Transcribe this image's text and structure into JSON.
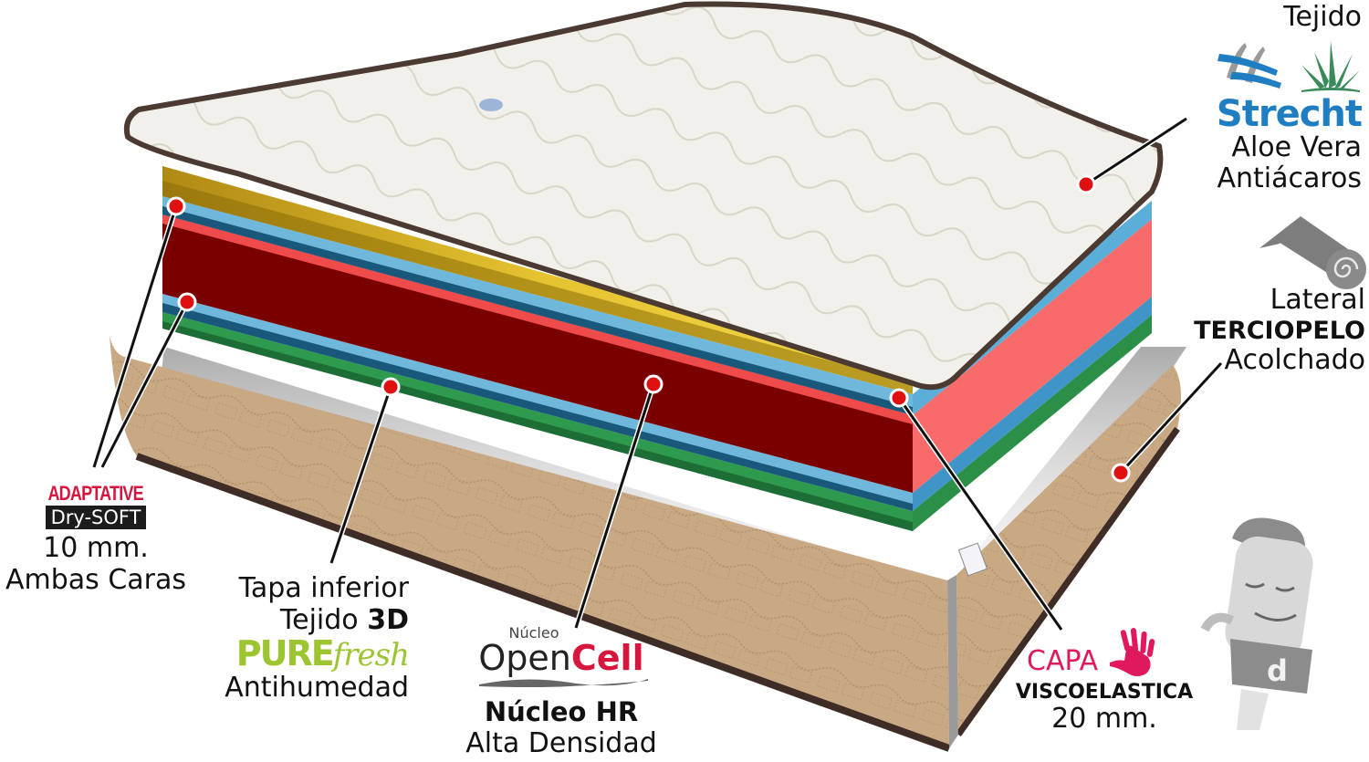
{
  "figure": {
    "subject": "Mattress layer cross-section infographic",
    "colors": {
      "background": "#ffffff",
      "top_cover": "#f1efe9",
      "cover_piping": "#4a3a32",
      "visco_layer": "#e5c230",
      "dry_soft_layer": "#6fb8dc",
      "dry_soft_layer_dark": "#19587a",
      "core_front": "#7a0000",
      "core_side": "#f96a6a",
      "core_top_stripe": "#ef4b4b",
      "bottom_3d_layer": "#2e9a4e",
      "lateral_fabric": "#c9a884",
      "callout_dot": "#e01010",
      "strecht_blue": "#1f7dc1",
      "aloe_green": "#3a8a5a",
      "adaptative_red": "#d5163f",
      "purefresh_green": "#9dc431",
      "opencell_red": "#d7163d",
      "capa_pink": "#e0185e"
    }
  },
  "labels": {
    "tejido": {
      "line1": "Tejido",
      "brand": "Strecht",
      "line2": "Aloe Vera",
      "line3": "Antiácaros",
      "icons": [
        "fabric-stretch-icon",
        "aloe-vera-plant-icon"
      ]
    },
    "lateral": {
      "line1": "Lateral",
      "line2": "TERCIOPELO",
      "line3": "Acolchado",
      "icon": "fabric-roll-icon"
    },
    "adaptative": {
      "brand_top": "ADAPTATIVE",
      "brand_box": "Dry-SOFT",
      "line1": "10 mm.",
      "line2": "Ambas Caras"
    },
    "tapa": {
      "line1": "Tapa inferior",
      "line2_regular": "Tejido",
      "line2_bold": "3D",
      "brand_pure": "PURE",
      "brand_fresh": "fresh",
      "line3": "Antihumedad"
    },
    "core": {
      "brand_small": "Núcleo",
      "brand_open": "Open",
      "brand_cell": "Cell",
      "line1": "Núcleo HR",
      "line2": "Alta Densidad"
    },
    "capa": {
      "brand": "CAPA",
      "line1": "VISCOELASTICA",
      "line2": "20 mm.",
      "icon": "hand-print-icon"
    }
  },
  "callouts": [
    {
      "target": "top-cover",
      "dot": [
        1190,
        202
      ],
      "label": "tejido"
    },
    {
      "target": "lateral-fabric",
      "dot": [
        1228,
        518
      ],
      "label": "lateral"
    },
    {
      "target": "dry-soft-upper",
      "dot": [
        193,
        226
      ],
      "label": "adaptative"
    },
    {
      "target": "dry-soft-lower",
      "dot": [
        205,
        331
      ],
      "label": "adaptative"
    },
    {
      "target": "bottom-3d-layer",
      "dot": [
        428,
        424
      ],
      "label": "tapa"
    },
    {
      "target": "hr-core",
      "dot": [
        716,
        421
      ],
      "label": "core"
    },
    {
      "target": "visco-layer",
      "dot": [
        985,
        436
      ],
      "label": "capa"
    }
  ],
  "mascot": {
    "shirt_letter": "d"
  }
}
